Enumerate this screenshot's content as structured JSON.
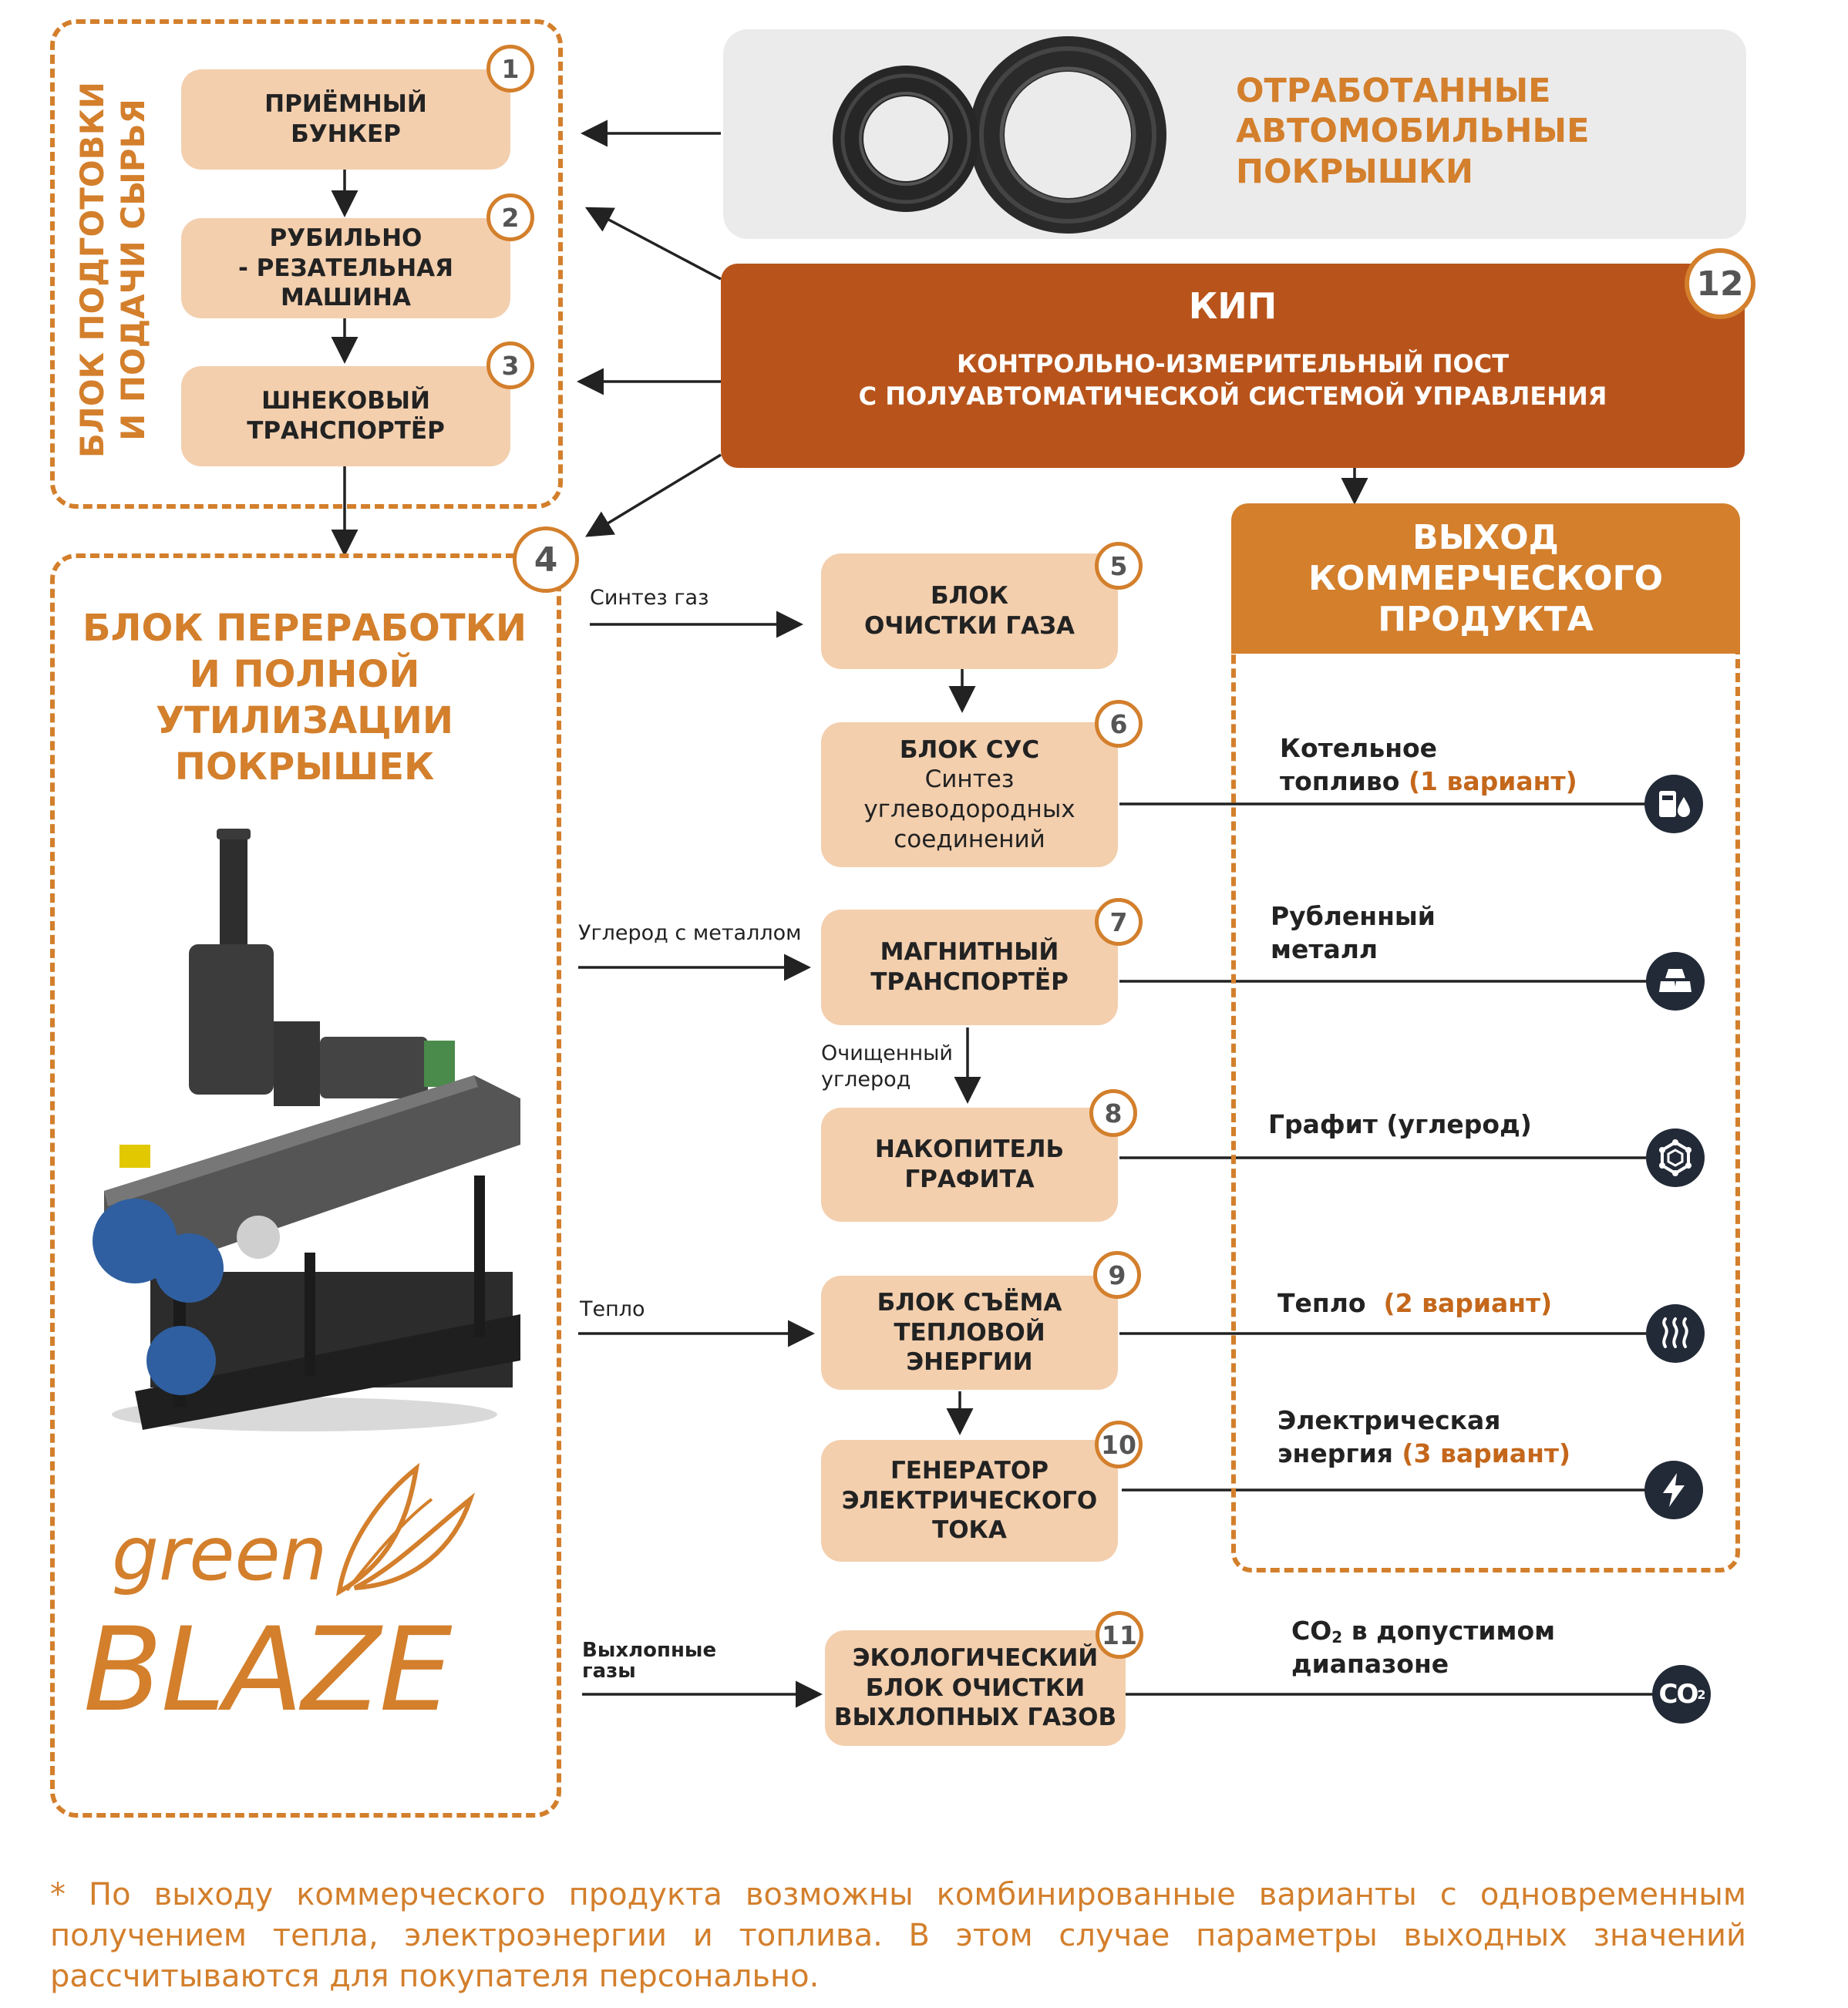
{
  "colors": {
    "orange": "#d37f2c",
    "dark_orange": "#b8541b",
    "peach": "#f3cfae",
    "navy": "#222a37",
    "gray_panel": "#ebebeb"
  },
  "tires": {
    "title": "ОТРАБОТАННЫЕ\nАВТОМОБИЛЬНЫЕ\nПОКРЫШКИ"
  },
  "kip": {
    "title": "КИП",
    "subtitle": "КОНТРОЛЬНО-ИЗМЕРИТЕЛЬНЫЙ ПОСТ\nС ПОЛУАВТОМАТИЧЕСКОЙ СИСТЕМОЙ УПРАВЛЕНИЯ",
    "number": "12"
  },
  "prep_block": {
    "label": "БЛОК ПОДГОТОВКИ\nИ ПОДАЧИ СЫРЬЯ",
    "steps": [
      {
        "number": "1",
        "label": "ПРИЁМНЫЙ\nБУНКЕР"
      },
      {
        "number": "2",
        "label": "РУБИЛЬНО\n- РЕЗАТЕЛЬНАЯ\nМАШИНА"
      },
      {
        "number": "3",
        "label": "ШНЕКОВЫЙ\nТРАНСПОРТЁР"
      }
    ]
  },
  "processing_block": {
    "number": "4",
    "title": "БЛОК ПЕРЕРАБОТКИ\nИ ПОЛНОЙ\nУТИЛИЗАЦИИ\nПОКРЫШЕК"
  },
  "logo": {
    "line1": "green",
    "line2": "BLAZE"
  },
  "flows": {
    "syngas": "Синтез газ",
    "carbon_metal": "Углерод с металлом",
    "cleaned_carbon": "Очищенный\nуглерод",
    "heat": "Тепло",
    "exhaust": "Выхлопные\nгазы"
  },
  "blocks": {
    "b5": {
      "number": "5",
      "label": "БЛОК\nОЧИСТКИ ГАЗА"
    },
    "b6": {
      "number": "6",
      "title": "БЛОК СУС",
      "sub": "Синтез\nуглеводородных\nсоединений"
    },
    "b7": {
      "number": "7",
      "label": "МАГНИТНЫЙ\nТРАНСПОРТЁР"
    },
    "b8": {
      "number": "8",
      "label": "НАКОПИТЕЛЬ\nГРАФИТА"
    },
    "b9": {
      "number": "9",
      "label": "БЛОК СЪЁМА\nТЕПЛОВОЙ\nЭНЕРГИИ"
    },
    "b10": {
      "number": "10",
      "label": "ГЕНЕРАТОР\nЭЛЕКТРИЧЕСКОГО\nТОКА"
    },
    "b11": {
      "number": "11",
      "label": "ЭКОЛОГИЧЕСКИЙ\nБЛОК ОЧИСТКИ\nВЫХЛОПНЫХ ГАЗОВ"
    }
  },
  "commercial": {
    "title": "ВЫХОД\nКОММЕРЧЕСКОГО\nПРОДУКТА",
    "outputs": [
      {
        "name": "Котельное\nтопливо",
        "variant": "(1 вариант)",
        "icon": "fuel-icon"
      },
      {
        "name": "Рубленный\nметалл",
        "variant": "",
        "icon": "metal-ingots-icon"
      },
      {
        "name": "Графит (углерод)",
        "variant": "",
        "icon": "graphite-icon"
      },
      {
        "name": "Тепло",
        "variant": "(2 вариант)",
        "icon": "heat-icon"
      },
      {
        "name": "Электрическая\nэнергия",
        "variant": "(3 вариант)",
        "icon": "lightning-icon"
      }
    ]
  },
  "co2_output": {
    "name_co": "CO",
    "name_sub": "2",
    "name_rest": " в допустимом\nдиапазоне",
    "icon_text": "CO",
    "icon_sub": "2"
  },
  "footnote": "* По выходу коммерческого продукта возможны комбинированные варианты с одновременным получением тепла, электроэнергии и топлива. В этом случае параметры выходных значений рассчитываются для покупателя персонально."
}
